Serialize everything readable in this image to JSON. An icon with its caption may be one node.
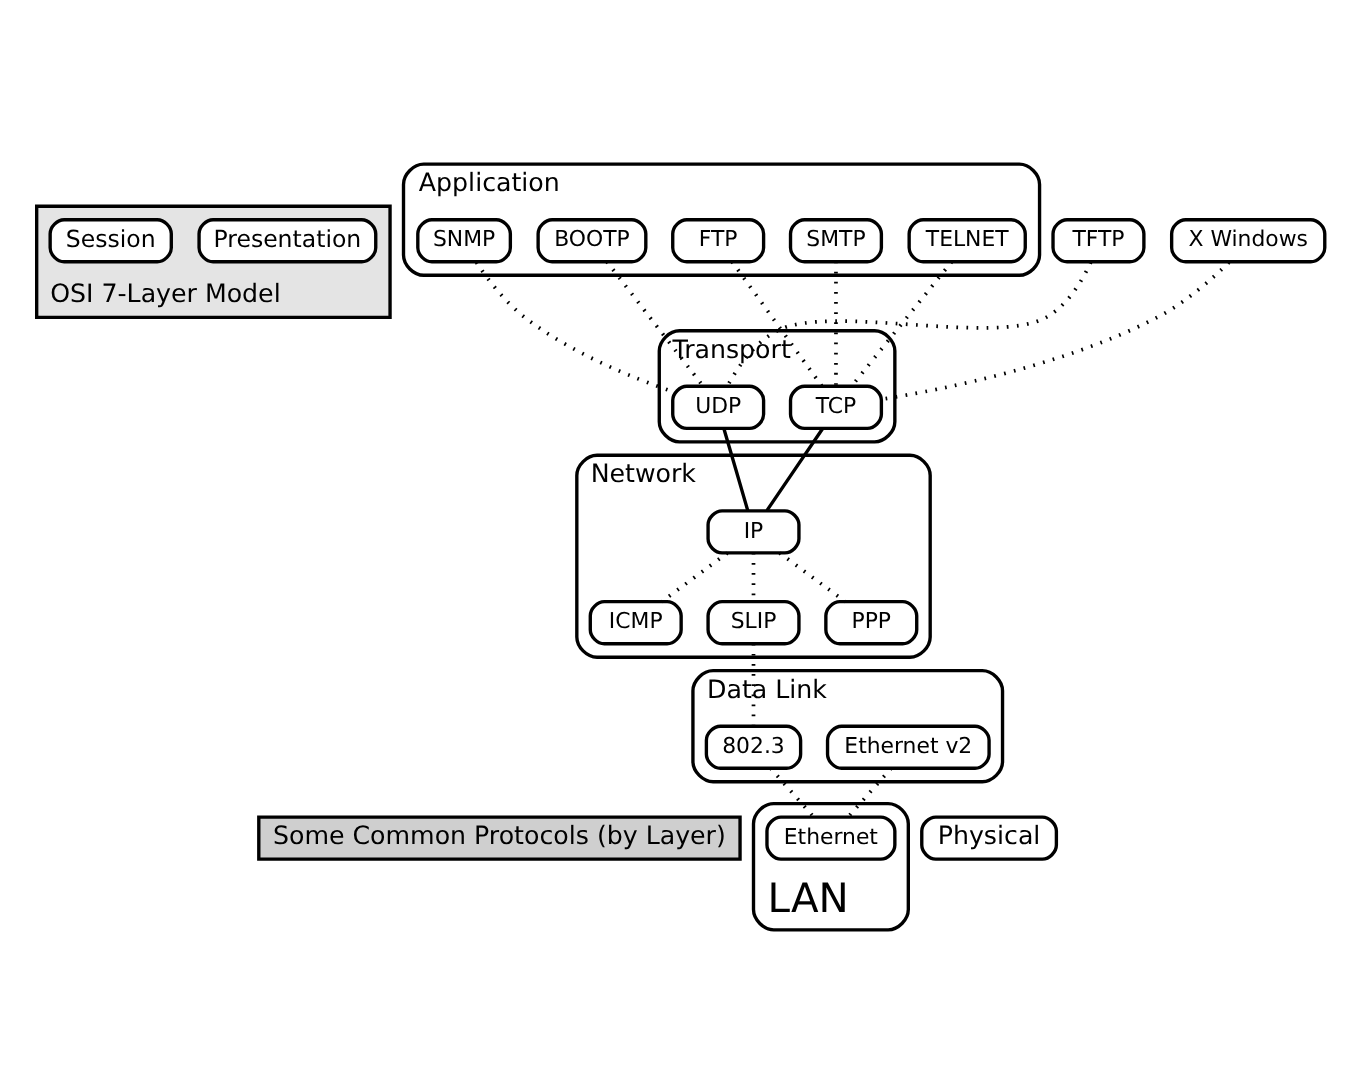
{
  "diagram": {
    "nodes": [
      {
        "text": [
          "OSI 7-Layer Model"
        ]
      },
      {
        "text": [
          "Some Common Protocols (by Layer)"
        ]
      },
      {
        "text": [
          "Application"
        ]
      },
      {
        "text": [
          "X Windows"
        ]
      },
      {
        "text": [
          "TFTP"
        ]
      },
      {
        "text": [
          "TELNET"
        ],
        "in": 2
      },
      {
        "text": [
          "SMTP"
        ],
        "in": 2
      },
      {
        "text": [
          "FTP"
        ],
        "in": 2
      },
      {
        "text": [
          "BOOTP"
        ],
        "in": 2
      },
      {
        "text": [
          "SNMP"
        ],
        "in": 2
      },
      {
        "text": [
          "Presentation"
        ],
        "in": 0
      },
      {
        "text": [
          "Session"
        ],
        "in": 0
      },
      {
        "text": [
          "Transport"
        ]
      },
      {
        "text": [
          "TCP"
        ],
        "in": 12
      },
      {
        "text": [
          "UDP"
        ],
        "in": 12
      },
      {
        "text": [
          "Network"
        ]
      },
      {
        "text": [
          "IP"
        ],
        "in": 15
      },
      {
        "text": [
          "ICMP"
        ],
        "in": 15
      },
      {
        "text": [
          "SLIP"
        ],
        "in": 15
      },
      {
        "text": [
          "PPP"
        ],
        "in": 15
      },
      {
        "text": [
          "Data Link"
        ]
      },
      {
        "text": [
          "Ethernet v2"
        ],
        "in": 20
      },
      {
        "text": [
          "802.3"
        ],
        "in": 20
      },
      {
        "text": [
          "Physical"
        ]
      },
      {
        "text": [
          "LAN"
        ]
      },
      {
        "text": [
          "Ethernet"
        ],
        "in": 24
      }
    ],
    "edges": [
      {
        "from": 5,
        "to": 13,
        "arrow": "none",
        "style": "dashed"
      },
      {
        "from": 3,
        "to": 13,
        "arrow": "none",
        "style": "dashed"
      },
      {
        "from": 6,
        "to": 13,
        "arrow": "none",
        "style": "dashed"
      },
      {
        "from": 7,
        "to": 13,
        "arrow": "none",
        "style": "dashed"
      },
      {
        "from": 8,
        "to": 14,
        "arrow": "none",
        "style": "dashed"
      },
      {
        "from": 4,
        "to": 14,
        "arrow": "none",
        "style": "dashed"
      },
      {
        "from": 9,
        "to": 14,
        "arrow": "none",
        "style": "dashed"
      },
      {
        "from": 13,
        "to": 16,
        "arrow": "none"
      },
      {
        "from": 14,
        "to": 16,
        "arrow": "none"
      },
      {
        "from": 16,
        "to": 17,
        "arrow": "none",
        "style": "dashed"
      },
      {
        "from": 16,
        "to": 18,
        "arrow": "none",
        "style": "dashed"
      },
      {
        "from": 16,
        "to": 19,
        "arrow": "none",
        "style": "dashed"
      },
      {
        "from": 18,
        "to": 22,
        "arrow": "none",
        "style": "dashed"
      },
      {
        "from": 21,
        "to": 25,
        "arrow": "none",
        "style": "dashed"
      },
      {
        "from": 22,
        "to": 25,
        "arrow": "none",
        "style": "dashed"
      }
    ]
  }
}
